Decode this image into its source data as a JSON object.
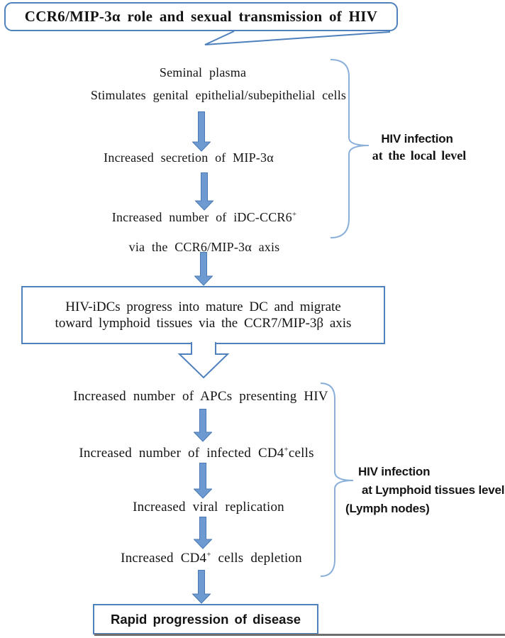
{
  "callout": {
    "title": "CCR6/MIP-3α role and sexual transmission of HIV"
  },
  "local_section": {
    "step1_line1": "Seminal plasma",
    "step1_line2": "Stimulates genital epithelial/subepithelial cells",
    "step2": "Increased secretion of MIP-3α",
    "step3_pre": "Increased number of iDC-CCR6",
    "step3_sup": "+",
    "step4": "via the CCR6/MIP-3α axis",
    "label_line1": "HIV infection",
    "label_line2": "at the local level"
  },
  "migration_box": {
    "line1": "HIV-iDCs progress into mature DC and migrate",
    "line2": "toward lymphoid tissues via the CCR7/MIP-3β axis"
  },
  "lymphoid_section": {
    "step1": "Increased number of APCs presenting HIV",
    "step2_pre": "Increased number of infected CD4",
    "step2_sup": "+",
    "step2_post": "cells",
    "step3": "Increased viral replication",
    "step4_pre": "Increased CD4",
    "step4_sup": "+",
    "step4_post": " cells depletion",
    "label_line1": "HIV infection",
    "label_line2": "at Lymphoid tissues level",
    "label_line3": "(Lymph nodes)"
  },
  "final_box": {
    "text": "Rapid progression of disease"
  },
  "colors": {
    "outline_blue": "#4f81bd",
    "arrow_fill": "#6d9bd1",
    "arrow_stroke": "#4a7ab5",
    "brace_blue": "#8ab0da",
    "rule_grey": "#6e6e6e"
  }
}
